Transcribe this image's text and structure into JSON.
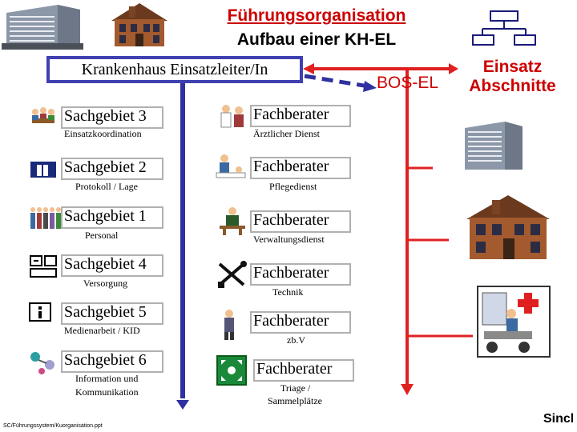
{
  "header": {
    "title": "Führungsorganisation",
    "subtitle": "Aufbau einer KH-EL"
  },
  "leader": {
    "label": "Krankenhaus Einsatzleiter/In"
  },
  "bos_el": {
    "label": "BOS-EL"
  },
  "einsatz": {
    "line1": "Einsatz",
    "line2": "Abschnitte"
  },
  "sachgebiete": [
    {
      "title": "Sachgebiet 3",
      "subtitle": "Einsatzkoordination",
      "icon": "meeting-icon"
    },
    {
      "title": "Sachgebiet 2",
      "subtitle": "Protokoll / Lage",
      "icon": "documents-icon"
    },
    {
      "title": "Sachgebiet 1",
      "subtitle": "Personal",
      "icon": "staff-group-icon"
    },
    {
      "title": "Sachgebiet 4",
      "subtitle": "Versorgung",
      "icon": "supply-icon"
    },
    {
      "title": "Sachgebiet 5",
      "subtitle": "Medienarbeit / KID",
      "icon": "info-icon"
    },
    {
      "title": "Sachgebiet 6",
      "subtitle_line1": "Information und",
      "subtitle_line2": "Kommunikation",
      "icon": "communication-icon"
    }
  ],
  "fachberater": [
    {
      "title": "Fachberater",
      "subtitle": "Ärztlicher Dienst",
      "icon": "doctor-icon"
    },
    {
      "title": "Fachberater",
      "subtitle": "Pflegedienst",
      "icon": "nurse-icon"
    },
    {
      "title": "Fachberater",
      "subtitle": "Verwaltungsdienst",
      "icon": "office-worker-icon"
    },
    {
      "title": "Fachberater",
      "subtitle": "Technik",
      "icon": "tools-icon"
    },
    {
      "title": "Fachberater",
      "subtitle": "zb.V",
      "icon": "person-icon"
    },
    {
      "title": "Fachberater",
      "subtitle_line1": "Triage /",
      "subtitle_line2": "Sammelplätze",
      "icon": "assembly-point-icon"
    }
  ],
  "footer": {
    "path": "SC/Führungssystem/Kuorganisation.ppt",
    "author": "Sincl"
  },
  "colors": {
    "title_red": "#cc0000",
    "leader_border": "#4040b0",
    "connector_red": "#e02020",
    "connector_blue": "#3030a0"
  }
}
